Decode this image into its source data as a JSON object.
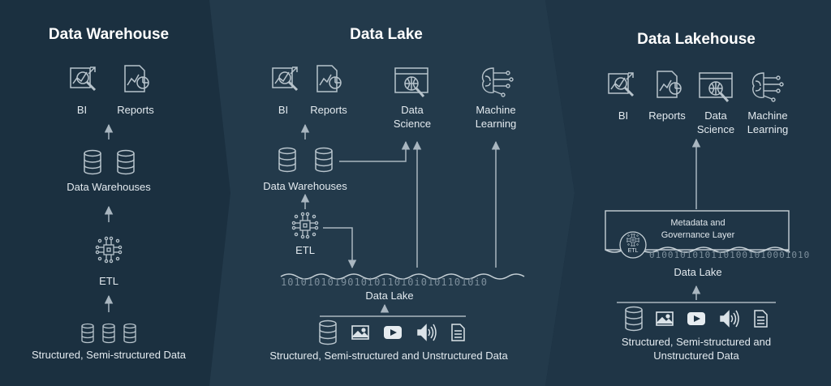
{
  "colors": {
    "background": "#1b3040",
    "panel_mid": "#233a4b",
    "panel_right": "#1f3546",
    "line": "#a9b6c0",
    "text": "#e3eaef"
  },
  "warehouse": {
    "title": "Data Warehouse",
    "bi": "BI",
    "reports": "Reports",
    "store": "Data Warehouses",
    "etl": "ETL",
    "sources": "Structured, Semi-structured Data",
    "icons": [
      "bi-chart-icon",
      "reports-icon",
      "database-icon",
      "etl-chip-icon"
    ]
  },
  "lake": {
    "title": "Data Lake",
    "bi": "BI",
    "reports": "Reports",
    "data_science": "Data Science",
    "machine_learning": "Machine Learning",
    "store": "Data Warehouses",
    "etl": "ETL",
    "lake": "Data Lake",
    "sources": "Structured, Semi-structured and Unstructured Data",
    "binary": "1010101019010i011010i01011010i0",
    "icons": [
      "bi-chart-icon",
      "reports-icon",
      "data-science-icon",
      "machine-learning-icon",
      "database-icon",
      "image-icon",
      "video-icon",
      "audio-icon",
      "document-icon"
    ]
  },
  "lakehouse": {
    "title": "Data Lakehouse",
    "bi": "BI",
    "reports": "Reports",
    "data_science": "Data Science",
    "machine_learning": "Machine Learning",
    "governance": "Metadata and Governance Layer",
    "etl": "ETL",
    "lake": "Data Lake",
    "sources": "Structured, Semi-structured and Unstructured Data",
    "binary": "01001010101101001010001010",
    "icons": [
      "bi-chart-icon",
      "reports-icon",
      "data-science-icon",
      "machine-learning-icon",
      "database-icon",
      "image-icon",
      "video-icon",
      "audio-icon",
      "document-icon"
    ]
  }
}
